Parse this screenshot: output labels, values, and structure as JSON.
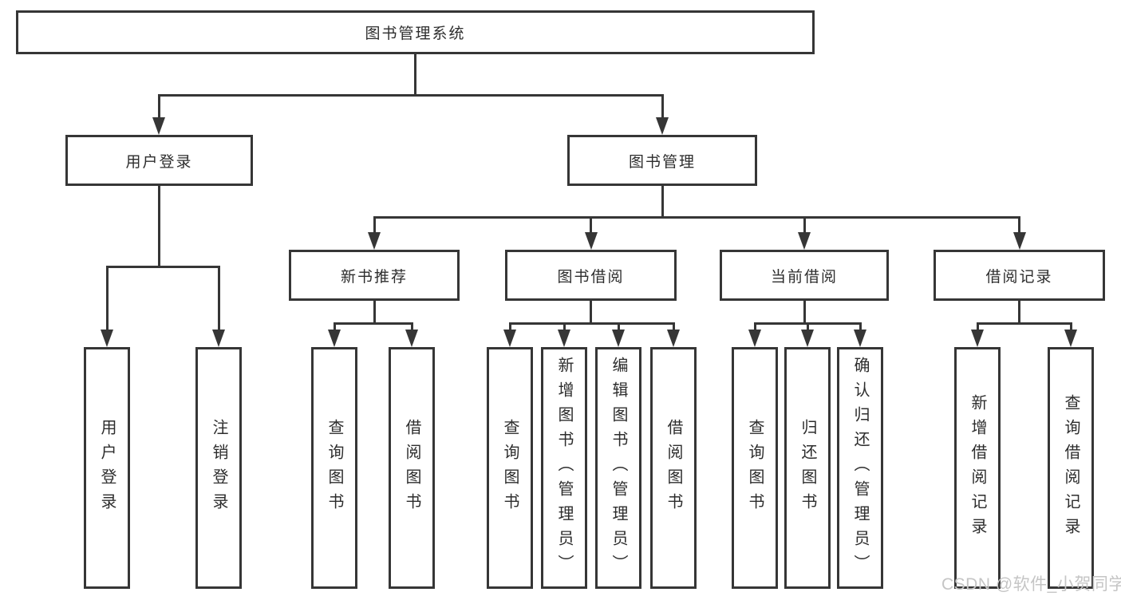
{
  "tree": {
    "root": {
      "label": "图书管理系统",
      "children": [
        {
          "label": "用户登录",
          "children": [
            {
              "label": "用户登录"
            },
            {
              "label": "注销登录"
            }
          ]
        },
        {
          "label": "图书管理",
          "children": [
            {
              "label": "新书推荐",
              "children": [
                {
                  "label": "查询图书"
                },
                {
                  "label": "借阅图书"
                }
              ]
            },
            {
              "label": "图书借阅",
              "children": [
                {
                  "label": "查询图书"
                },
                {
                  "label": "新增图书（管理员）"
                },
                {
                  "label": "编辑图书（管理员）"
                },
                {
                  "label": "借阅图书"
                }
              ]
            },
            {
              "label": "当前借阅",
              "children": [
                {
                  "label": "查询图书"
                },
                {
                  "label": "归还图书"
                },
                {
                  "label": "确认归还（管理员）"
                }
              ]
            },
            {
              "label": "借阅记录",
              "children": [
                {
                  "label": "新增借阅记录"
                },
                {
                  "label": "查询借阅记录"
                }
              ]
            }
          ]
        }
      ]
    }
  },
  "watermark": "CSDN @软件_小贺同学",
  "colors": {
    "line": "#363636",
    "text": "#2d2d2d",
    "background": "#ffffff",
    "watermark": "#c5c5c5"
  }
}
